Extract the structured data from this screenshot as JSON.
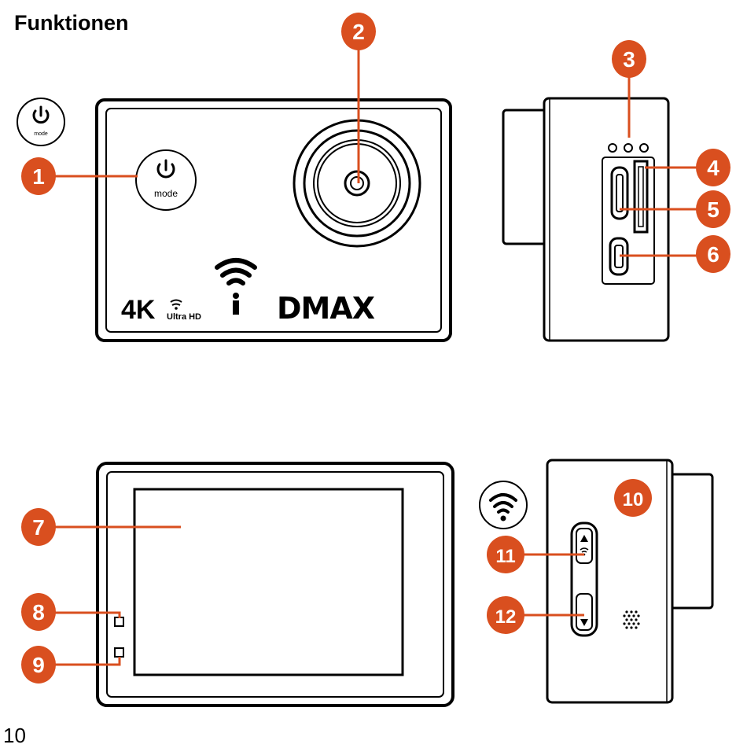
{
  "page": {
    "heading": "Funktionen",
    "page_number": "10"
  },
  "camera": {
    "mode_label": "mode",
    "resolution_big": "4K",
    "resolution_small": "Ultra HD",
    "brand": "DMAX"
  },
  "callouts": [
    "1",
    "2",
    "3",
    "4",
    "5",
    "6",
    "7",
    "8",
    "9",
    "10",
    "11",
    "12"
  ],
  "colors": {
    "callout": "#d94f1f",
    "line": "#000000",
    "background": "#ffffff"
  },
  "icons": [
    "power-mode-icon",
    "wifi-icon",
    "wifi-info-icon",
    "hdmi-port-icon",
    "sd-slot-icon",
    "usb-port-icon",
    "speaker-icon",
    "up-arrow-icon",
    "down-arrow-icon"
  ]
}
